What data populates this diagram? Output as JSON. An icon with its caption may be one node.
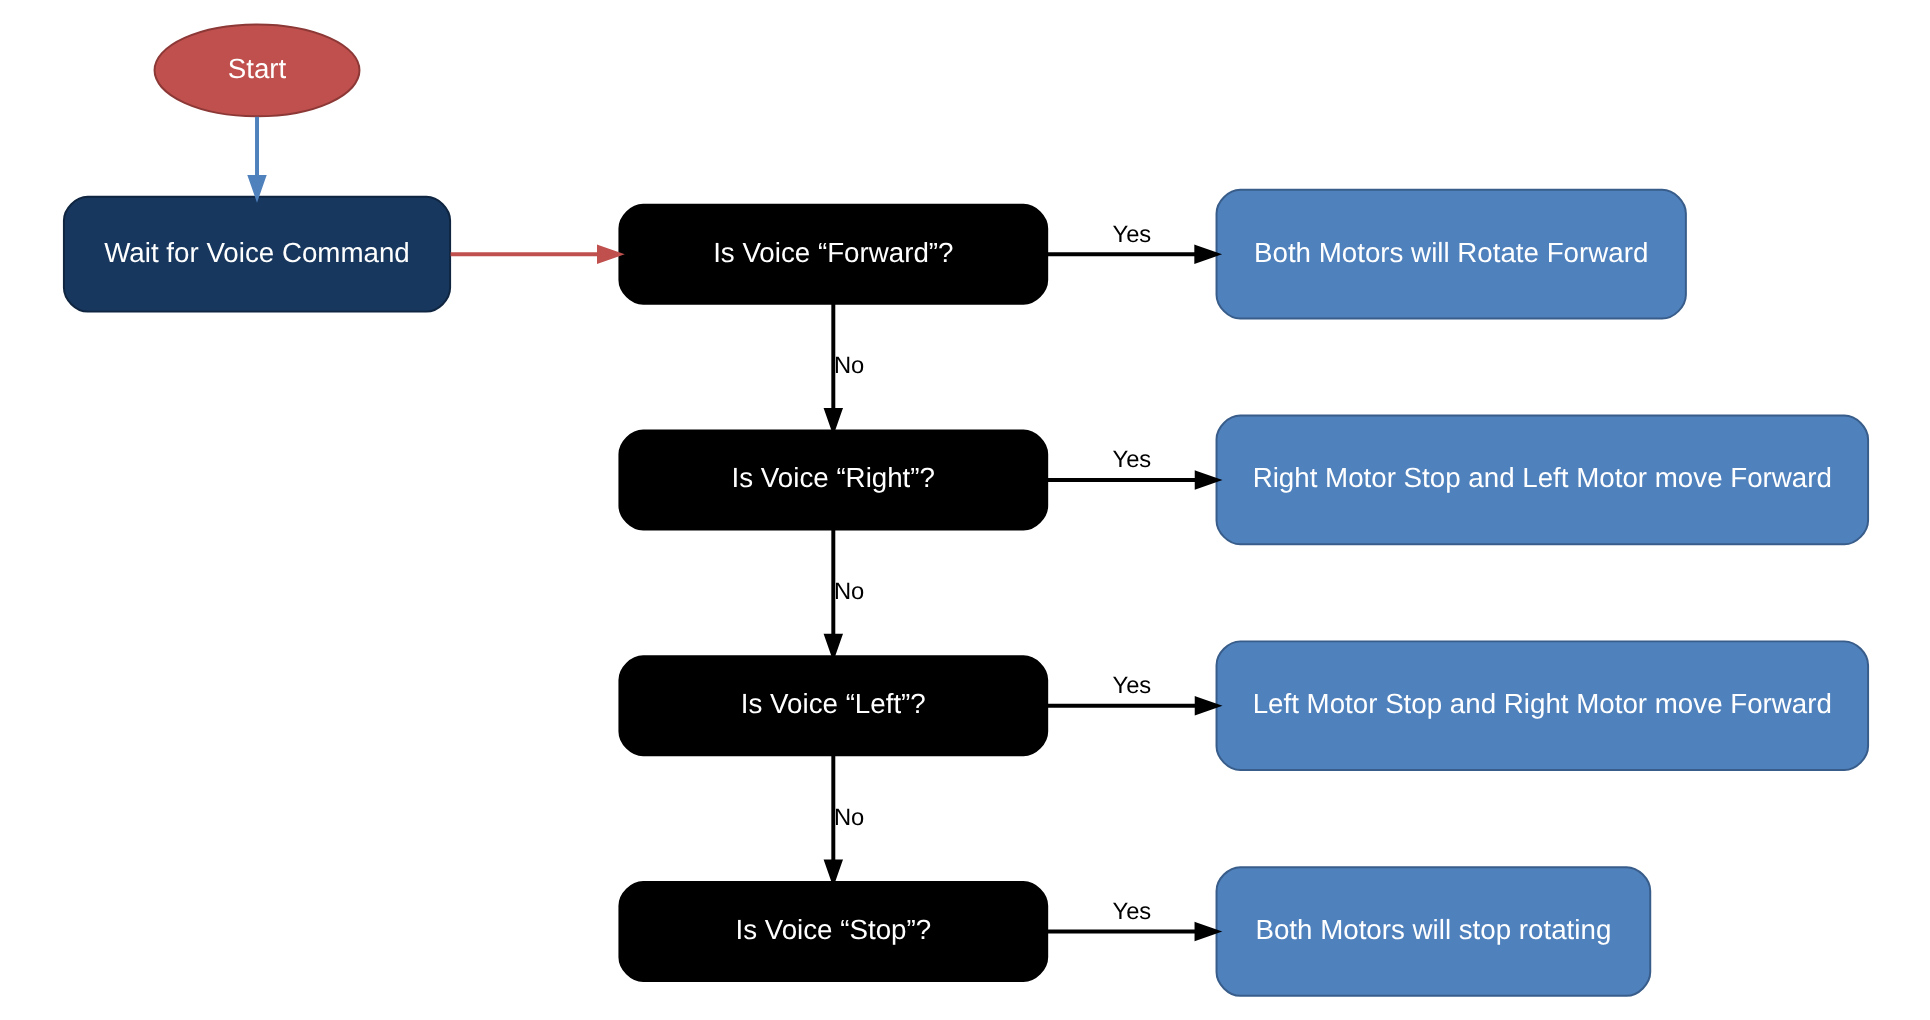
{
  "diagram": {
    "nodes": [
      {
        "text": [
          "Start"
        ]
      },
      {
        "text": [
          "Wait for Voice Command"
        ]
      },
      {
        "text": [
          "Is Voice “Forward”?"
        ]
      },
      {
        "text": [
          "Both Motors will Rotate Forward"
        ]
      },
      {
        "text": [
          "Is Voice “Right”?"
        ]
      },
      {
        "text": [
          "Right Motor Stop and Left Motor move Forward"
        ]
      },
      {
        "text": [
          "Is Voice “Left”?"
        ]
      },
      {
        "text": [
          "Left Motor Stop and Right Motor move Forward"
        ]
      },
      {
        "text": [
          "Is Voice “Stop”?"
        ]
      },
      {
        "text": [
          "Both Motors will stop rotating"
        ]
      }
    ],
    "edges": [
      {
        "from": 0,
        "to": 1,
        "arrow": "to",
        "color": "#4f81bd"
      },
      {
        "from": 1,
        "to": 2,
        "arrow": "to",
        "color": "#c0504d"
      },
      {
        "from": 2,
        "to": 3,
        "arrow": "to",
        "label": "Yes"
      },
      {
        "from": 2,
        "to": 4,
        "arrow": "to",
        "label": "No"
      },
      {
        "from": 4,
        "to": 5,
        "arrow": "to",
        "label": "Yes"
      },
      {
        "from": 4,
        "to": 6,
        "arrow": "to",
        "label": "No"
      },
      {
        "from": 6,
        "to": 7,
        "arrow": "to",
        "label": "Yes"
      },
      {
        "from": 6,
        "to": 8,
        "arrow": "to",
        "label": "No"
      },
      {
        "from": 8,
        "to": 9,
        "arrow": "to",
        "label": "Yes"
      }
    ]
  }
}
